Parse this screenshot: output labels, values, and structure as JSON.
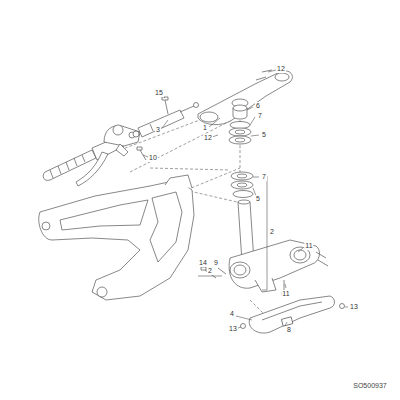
{
  "diagram": {
    "labels": [
      "12",
      "15",
      "6",
      "7",
      "1",
      "5",
      "12",
      "3",
      "10",
      "7",
      "5",
      "2",
      "11",
      "14",
      "9",
      "2",
      "11",
      "13",
      "4",
      "8",
      "13",
      "SO500937"
    ]
  }
}
